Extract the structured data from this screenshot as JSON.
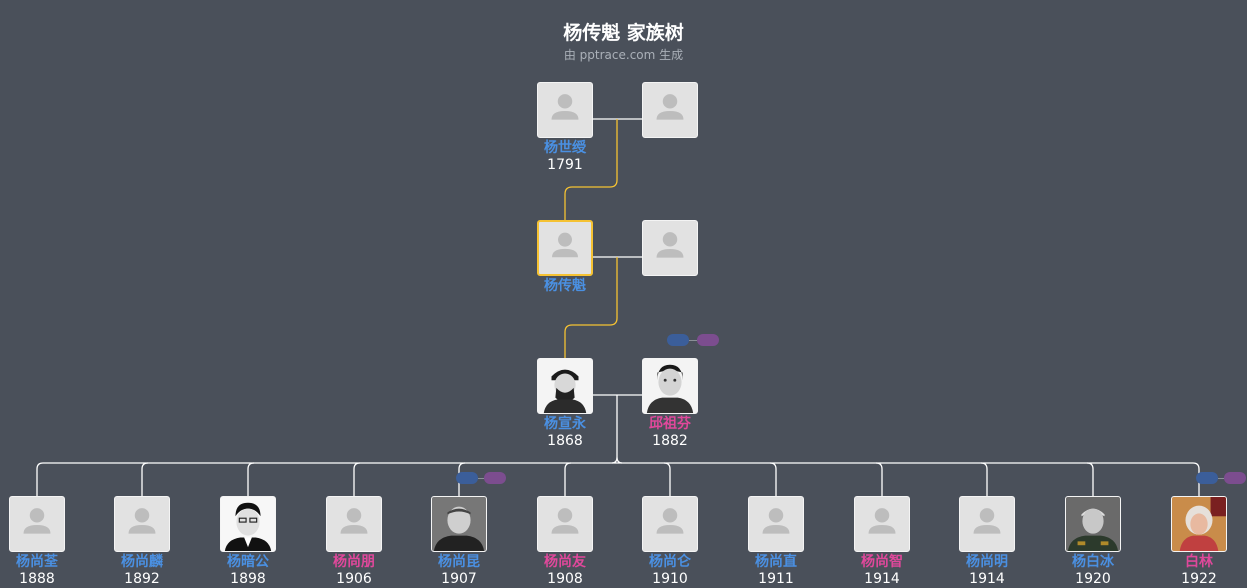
{
  "header": {
    "title": "杨传魁 家族树",
    "subtitle": "由 pptrace.com 生成"
  },
  "colors": {
    "background": "#4a505a",
    "male_name": "#4a90e2",
    "female_name": "#e0489b",
    "ancestor_line": "#f5c233",
    "family_line": "#ffffff",
    "selected_border": "#f5c233",
    "toggle_blue": "#3b5e9a",
    "toggle_purple": "#7c4d8f"
  },
  "generation_1": {
    "person": {
      "name": "杨世绶",
      "year": "1791",
      "gender": "male"
    },
    "spouse": {
      "name": "",
      "year": ""
    }
  },
  "generation_2": {
    "person": {
      "name": "杨传魁",
      "year": "",
      "gender": "male",
      "selected": true
    },
    "spouse": {
      "name": "",
      "year": ""
    }
  },
  "generation_3": {
    "person": {
      "name": "杨宣永",
      "year": "1868",
      "gender": "male",
      "photo": "portrait-icon"
    },
    "spouse": {
      "name": "邱祖芬",
      "year": "1882",
      "gender": "female",
      "photo": "portrait-icon"
    }
  },
  "children": [
    {
      "name": "杨尚荃",
      "year": "1888",
      "gender": "male"
    },
    {
      "name": "杨尚麟",
      "year": "1892",
      "gender": "male"
    },
    {
      "name": "杨暗公",
      "year": "1898",
      "gender": "male",
      "photo": "portrait-icon"
    },
    {
      "name": "杨尚朋",
      "year": "1906",
      "gender": "female"
    },
    {
      "name": "杨尚昆",
      "year": "1907",
      "gender": "male",
      "photo": "portrait-icon"
    },
    {
      "name": "杨尚友",
      "year": "1908",
      "gender": "female"
    },
    {
      "name": "杨尚仑",
      "year": "1910",
      "gender": "male"
    },
    {
      "name": "杨尚直",
      "year": "1911",
      "gender": "male"
    },
    {
      "name": "杨尚智",
      "year": "1914",
      "gender": "female"
    },
    {
      "name": "杨尚明",
      "year": "1914",
      "gender": "male"
    },
    {
      "name": "杨白冰",
      "year": "1920",
      "gender": "male",
      "photo": "portrait-icon"
    },
    {
      "name": "白林",
      "year": "1922",
      "gender": "female",
      "photo": "portrait-icon"
    }
  ]
}
